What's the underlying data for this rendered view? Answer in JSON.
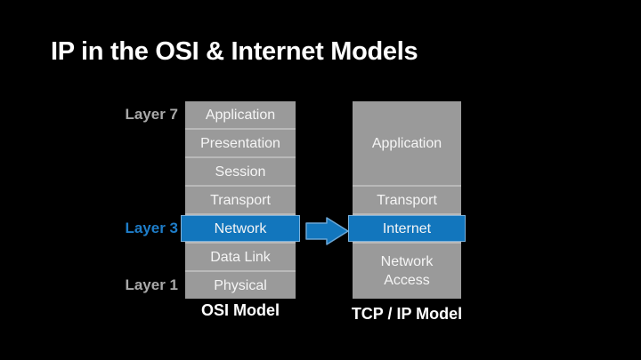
{
  "title": "IP in the OSI & Internet Models",
  "side_labels": [
    {
      "text": "Layer 7"
    },
    {
      "text": "Layer 3"
    },
    {
      "text": "Layer 1"
    }
  ],
  "osi": {
    "caption": "OSI Model",
    "layers": [
      {
        "label": "Application",
        "highlighted": false
      },
      {
        "label": "Presentation",
        "highlighted": false
      },
      {
        "label": "Session",
        "highlighted": false
      },
      {
        "label": "Transport",
        "highlighted": false
      },
      {
        "label": "Network",
        "highlighted": true
      },
      {
        "label": "Data Link",
        "highlighted": false
      },
      {
        "label": "Physical",
        "highlighted": false
      }
    ]
  },
  "tcp": {
    "caption": "TCP / IP Model",
    "layers": [
      {
        "label": "Application",
        "highlighted": false
      },
      {
        "label": "Transport",
        "highlighted": false
      },
      {
        "label": "Internet",
        "highlighted": true
      },
      {
        "label": "Network Access",
        "highlighted": false
      }
    ]
  },
  "icons": {
    "arrow": "right-arrow"
  },
  "colors": {
    "background": "#000000",
    "box_gray": "#9a9a9a",
    "separator_gray": "#b9b9b9",
    "highlight_blue": "#1276bd",
    "highlight_border": "#7db1da",
    "label_gray": "#a9a9a9",
    "label_blue": "#1e7dc9",
    "text_white": "#f5f5f5"
  }
}
